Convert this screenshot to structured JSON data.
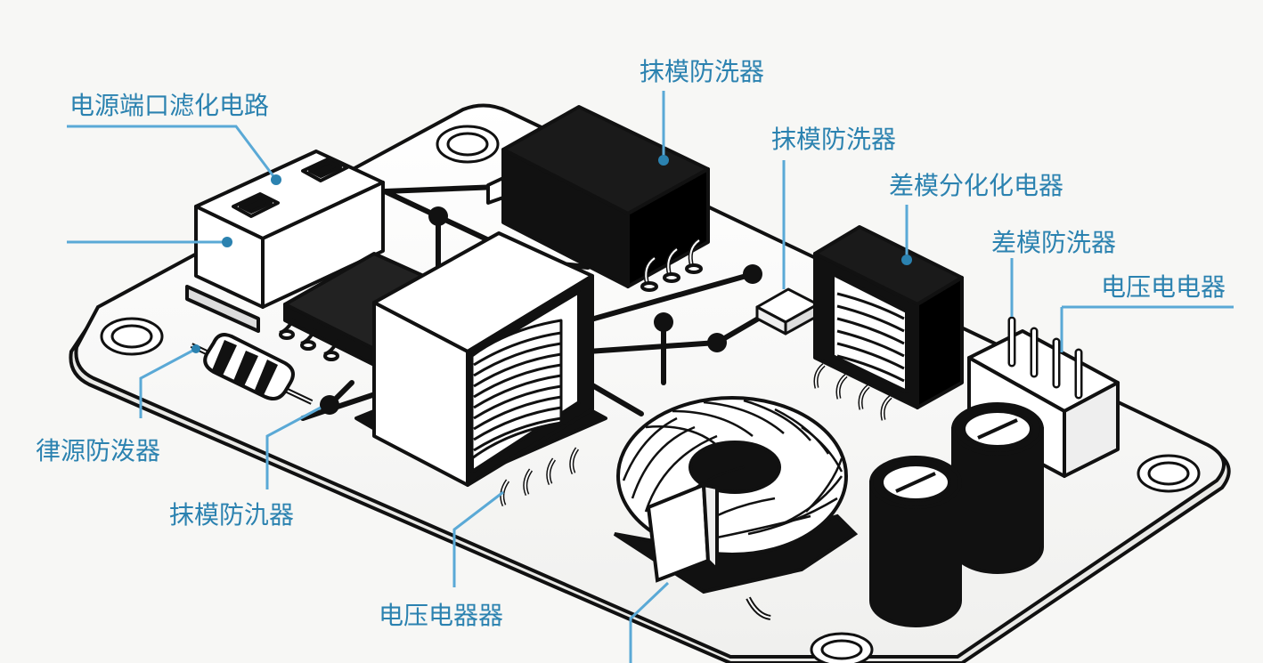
{
  "colors": {
    "label_text": "#2b82b0",
    "leader_line": "#5aa9d6",
    "ink": "#111111",
    "board": "#ffffff",
    "background": "#f7f7f5"
  },
  "labels": {
    "power_port_filter": "电源端口滤化电路",
    "cm_suppressor_top": "抹模防洗器",
    "cm_suppressor_small": "抹模防洗器",
    "dm_inductor": "差模分化化电器",
    "dm_suppressor": "差模防洗器",
    "voltage_device": "电压电电器",
    "surge_suppressor": "律源防泼器",
    "cm_suppressor_left": "抹模防氿器",
    "voltage_device_bottom": "电压电器器"
  }
}
